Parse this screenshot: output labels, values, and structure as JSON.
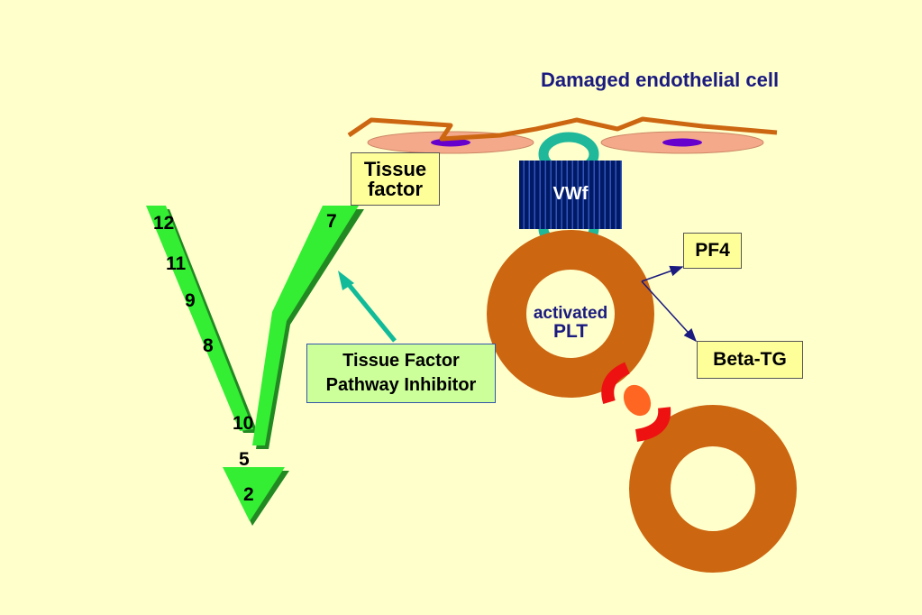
{
  "title": "Damaged endothelial cell",
  "tissue_factor": "Tissue factor",
  "tfpi": "Tissue Factor Pathway Inhibitor",
  "vwf": "VWf",
  "plt": {
    "line1": "activated",
    "line2": "PLT"
  },
  "pf4": "PF4",
  "beta_tg": "Beta-TG",
  "factors_left": [
    "12",
    "11",
    "9",
    "8"
  ],
  "factors_right": [
    "7"
  ],
  "factors_bottom": [
    "10",
    "5",
    "2"
  ],
  "colors": {
    "background": "#ffffcc",
    "arrow_green": "#33ee33",
    "arrow_shadow": "#228822",
    "endothelium_line": "#cc6611",
    "cell_body": "#f4a98a",
    "nucleus": "#6600cc",
    "vwf_block": "#001a66",
    "vwf_ring": "#1fb89a",
    "platelet": "#cc6611",
    "receptor_red": "#ee1111",
    "ligand_orange": "#ff6622",
    "inhibitor_arrow": "#11bb99",
    "title_text": "#1a1a80"
  }
}
